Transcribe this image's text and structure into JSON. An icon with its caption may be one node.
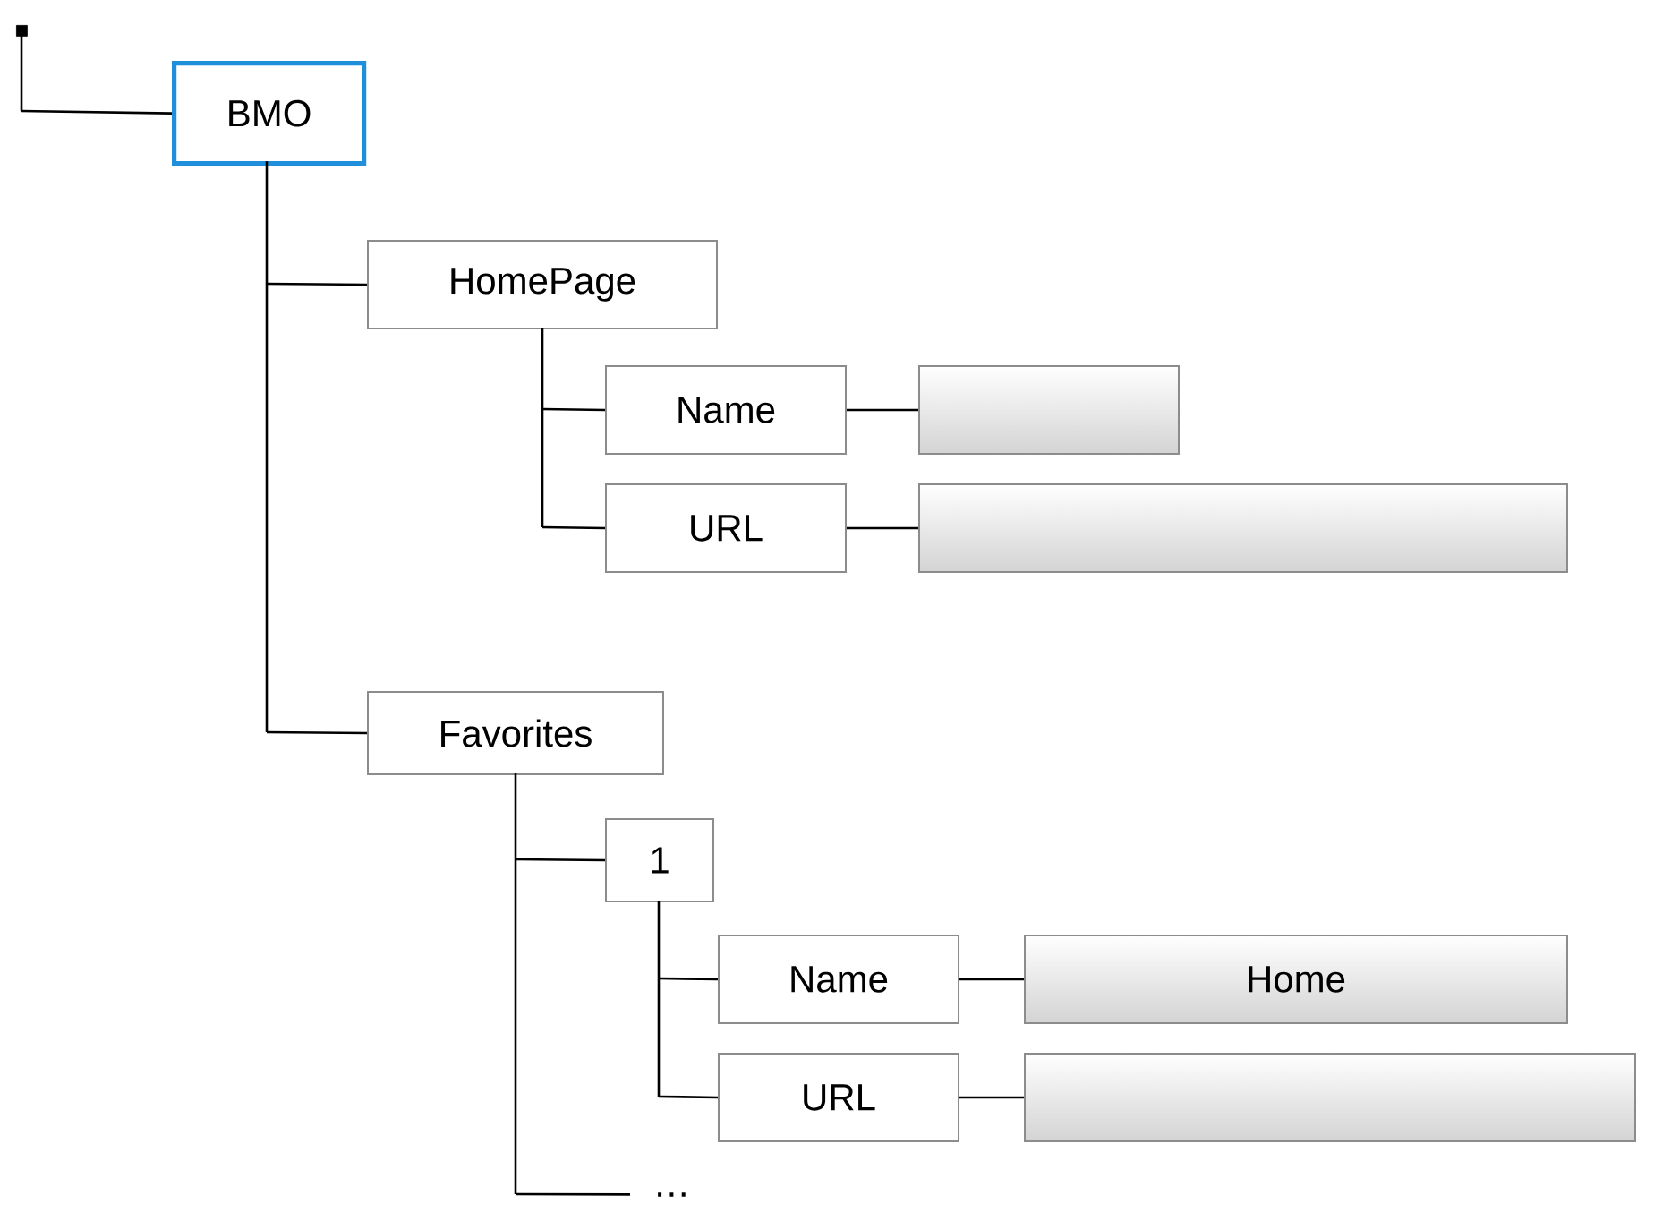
{
  "diagram": {
    "nodes": [
      {
        "text": [],
        "shape": "box"
      },
      {
        "text": [
          "BMO"
        ]
      },
      {
        "text": [
          "HomePage"
        ]
      },
      {
        "text": [
          "Name"
        ]
      },
      {
        "text": [],
        "shape": "box"
      },
      {
        "text": [
          "URL"
        ]
      },
      {
        "text": [],
        "shape": "box"
      },
      {
        "text": [
          "Favorites"
        ]
      },
      {
        "text": [
          "1"
        ]
      },
      {
        "text": [
          "Name"
        ]
      },
      {
        "text": [
          "Home"
        ]
      },
      {
        "text": [
          "URL"
        ]
      },
      {
        "text": [],
        "shape": "box"
      },
      {
        "text": [
          "…"
        ]
      }
    ],
    "edges": [
      {
        "from": 0,
        "to": 1,
        "arrow": "none"
      },
      {
        "from": 1,
        "to": 2,
        "arrow": "none"
      },
      {
        "from": 2,
        "to": 3,
        "arrow": "none"
      },
      {
        "from": 3,
        "to": 4,
        "arrow": "none"
      },
      {
        "from": 2,
        "to": 5,
        "arrow": "none"
      },
      {
        "from": 5,
        "to": 6,
        "arrow": "none"
      },
      {
        "from": 1,
        "to": 7,
        "arrow": "none"
      },
      {
        "from": 7,
        "to": 8,
        "arrow": "none"
      },
      {
        "from": 8,
        "to": 9,
        "arrow": "none"
      },
      {
        "from": 9,
        "to": 10,
        "arrow": "none"
      },
      {
        "from": 8,
        "to": 11,
        "arrow": "none"
      },
      {
        "from": 11,
        "to": 12,
        "arrow": "none"
      },
      {
        "from": 7,
        "to": 13,
        "arrow": "none"
      }
    ]
  }
}
